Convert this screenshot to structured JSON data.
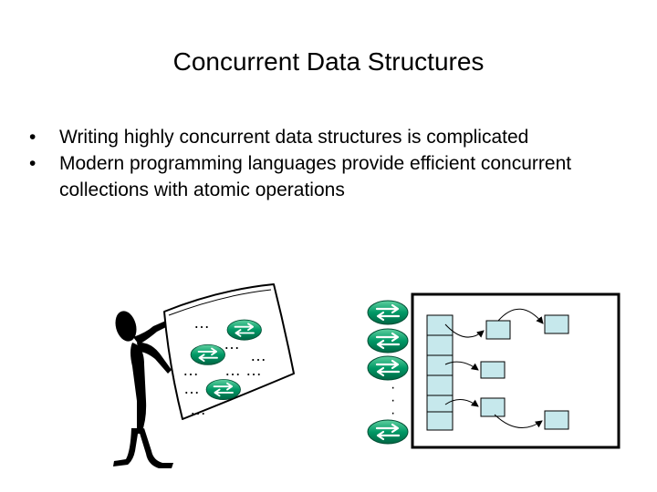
{
  "slide": {
    "title": "Concurrent Data Structures",
    "bullets": [
      {
        "marker": "•",
        "text": "Writing highly concurrent data structures is complicated"
      },
      {
        "marker": "•",
        "text": "Modern programming languages provide efficient concurrent collections with atomic operations"
      }
    ]
  },
  "illustration": {
    "sheet_ellipses": [
      "…",
      "…",
      "…",
      "…",
      "… …",
      "…",
      "…"
    ],
    "thread_ellipsis": [
      "·",
      "·",
      "·"
    ],
    "colors": {
      "thread_green": "#009966",
      "thread_green_light": "#40c090",
      "array_fill": "#c6e8ec",
      "node_fill": "#c6e8ec",
      "outline": "#000000"
    },
    "icons": {
      "person": "stick-figure-icon",
      "thread": "double-arrow-icon"
    }
  }
}
